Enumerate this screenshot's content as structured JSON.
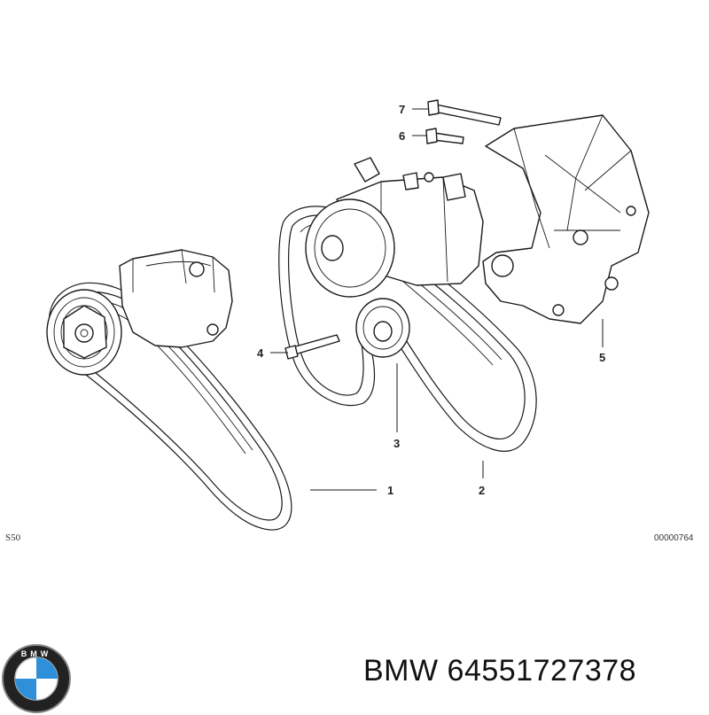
{
  "callouts": {
    "c1": "1",
    "c2": "2",
    "c3": "3",
    "c4": "4",
    "c5": "5",
    "c6": "6",
    "c7": "7"
  },
  "corner_labels": {
    "model": "S50",
    "drawing_number": "00000764"
  },
  "footer": {
    "brand": "BMW",
    "part_number": "64551727378",
    "logo_letters": "BMW"
  },
  "colors": {
    "logo_blue": "#2f8fd8",
    "logo_ring": "#222222"
  }
}
